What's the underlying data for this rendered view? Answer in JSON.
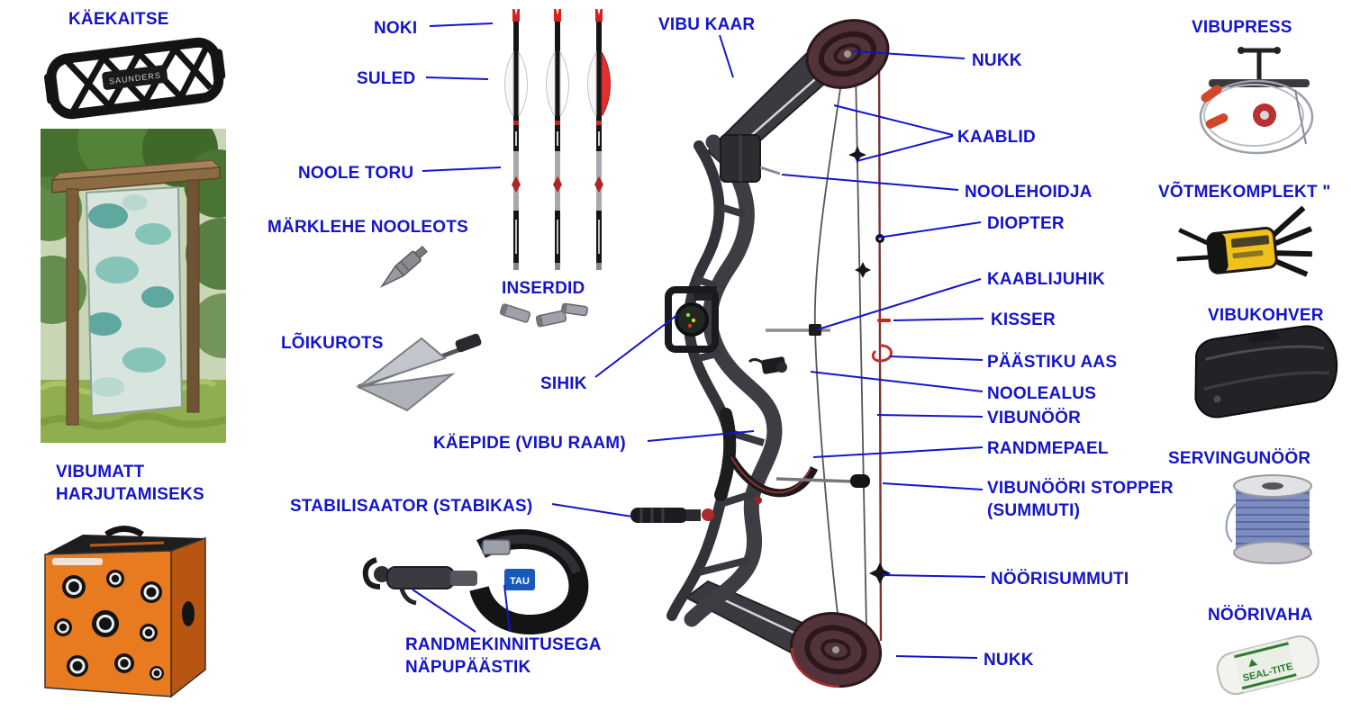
{
  "meta": {
    "title": "Compound bow parts diagram (Estonian)"
  },
  "colors": {
    "label_blue": "#1414CC",
    "line_blue": "#1414CC",
    "background": "#FFFFFF"
  },
  "labels": {
    "kaekaitse": "KÄEKAITSE",
    "vibumatt_l1": "VIBUMATT",
    "vibumatt_l2": "HARJUTAMISEKS",
    "noki": "NOKI",
    "suled": "SULED",
    "noole_toru": "NOOLE TORU",
    "marklehe_nooleots": "MÄRKLEHE NOOLEOTS",
    "inserdid": "INSERDID",
    "loikurots": "LÕIKUROTS",
    "sihik": "SIHIK",
    "kaepide": "KÄEPIDE (VIBU RAAM)",
    "stabilisaator": "STABILISAATOR (STABIKAS)",
    "randme_l1": "RANDMEKINNITUSEGA",
    "randme_l2": "NÄPUPÄÄSTIK",
    "vibu_kaar": "VIBU KAAR",
    "nukk_top": "NUKK",
    "kaablid": "KAABLID",
    "noolehoidja": "NOOLEHOIDJA",
    "diopter": "DIOPTER",
    "kaablijuhik": "KAABLIJUHIK",
    "kisser": "KISSER",
    "paastiku_aas": "PÄÄSTIKU AAS",
    "noolealus": "NOOLEALUS",
    "vibunoor": "VIBUNÖÖR",
    "randmepael": "RANDMEPAEL",
    "stopper_l1": "VIBUNÖÖRI STOPPER",
    "stopper_l2": "(SUMMUTI)",
    "noorisummuti": "NÖÖRISUMMUTI",
    "nukk_bottom": "NUKK",
    "vibupress": "VIBUPRESS",
    "votmekomplekt": "VÕTMEKOMPLEKT \"",
    "vibukohver": "VIBUKOHVER",
    "servingunoor": "SERVINGUNÖÖR",
    "noorivaha": "NÖÖRIVAHA"
  },
  "image_text": {
    "armguard_brand": "SAUNDERS",
    "release_patch": "TAU",
    "wax_brand": "SEAL-TITE"
  }
}
